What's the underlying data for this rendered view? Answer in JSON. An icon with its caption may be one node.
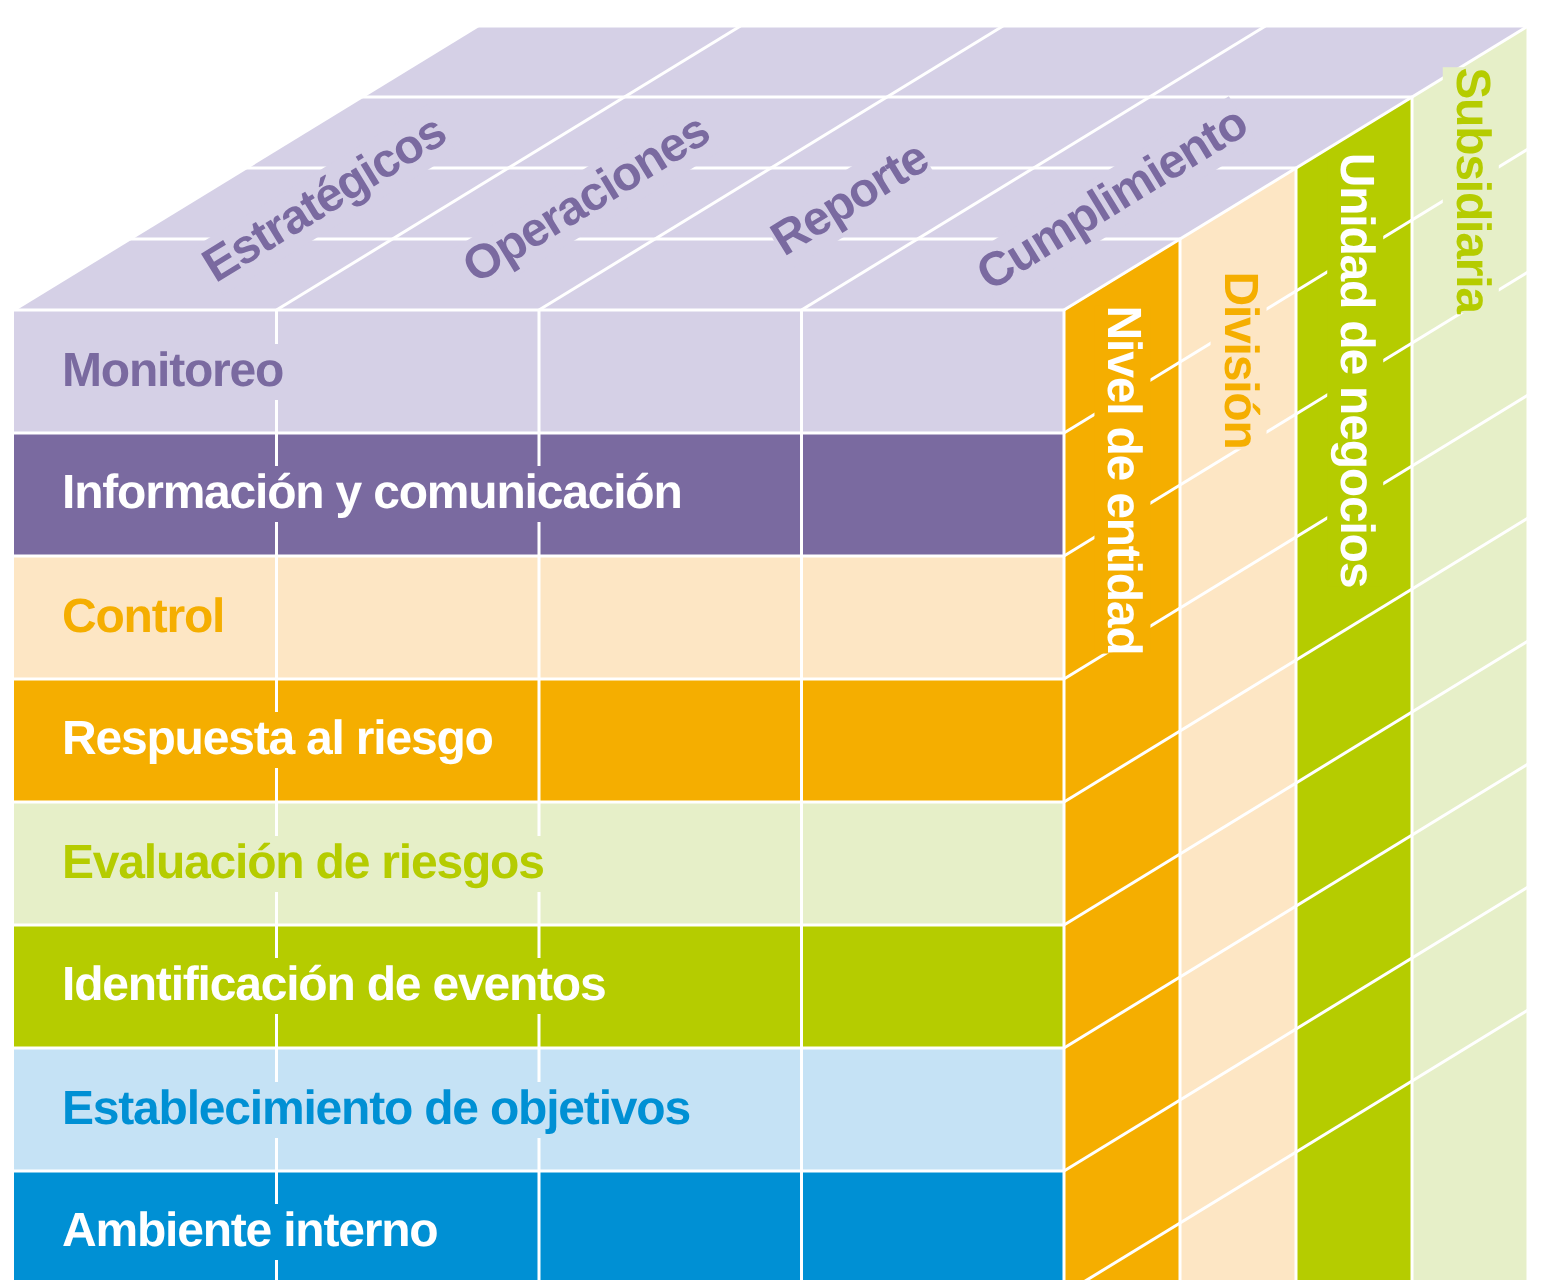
{
  "diagram": {
    "nodes": [
      {
        "text": [
          "Estratégicos"
        ]
      },
      {
        "text": [
          "Operaciones"
        ]
      },
      {
        "text": [
          "Reporte"
        ]
      },
      {
        "text": [
          "Cumplimiento"
        ]
      },
      {
        "text": [
          "Monitoreo"
        ]
      },
      {
        "text": [
          "Información y comunicación"
        ]
      },
      {
        "text": [
          "Control"
        ]
      },
      {
        "text": [
          "Respuesta al riesgo"
        ]
      },
      {
        "text": [
          "Evaluación de riesgos"
        ]
      },
      {
        "text": [
          "Identificación de eventos"
        ]
      },
      {
        "text": [
          "Establecimiento de objetivos"
        ]
      },
      {
        "text": [
          "Ambiente interno"
        ]
      },
      {
        "text": [
          "Nivel de entidad"
        ]
      },
      {
        "text": [
          "División"
        ]
      },
      {
        "text": [
          "Unidad de negocios"
        ]
      },
      {
        "text": [
          "Subsidiaria"
        ]
      }
    ]
  }
}
